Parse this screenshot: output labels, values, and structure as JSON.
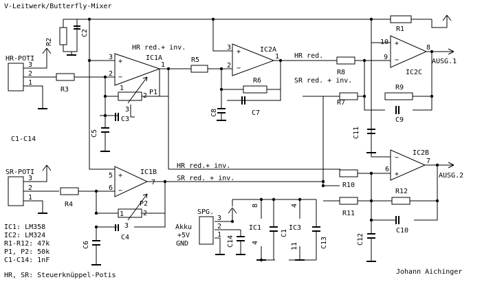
{
  "title": "V-Leitwerk/Butterfly-Mixer",
  "author": "Johann Aichinger",
  "legend": {
    "group": "C1-C14",
    "lines": [
      "IC1: LM358",
      "IC2: LM324",
      "R1-R12: 47k",
      "P1, P2: 50k",
      "C1-C14: 1nF"
    ],
    "footer": "HR, SR: Steuerknüppel-Potis"
  },
  "connectors": {
    "hr_poti": {
      "label": "HR-POTI",
      "pins": [
        "3",
        "2",
        "1"
      ]
    },
    "sr_poti": {
      "label": "SR-POTI",
      "pins": [
        "3",
        "2",
        "1"
      ]
    },
    "spg": {
      "label": "SPG.",
      "pins": [
        "3",
        "2",
        "1"
      ],
      "names": [
        "Akku",
        "+5V",
        "GND"
      ]
    }
  },
  "opamps": {
    "ic1a": {
      "name": "IC1A",
      "pins": [
        "3",
        "2",
        "1"
      ]
    },
    "ic1b": {
      "name": "IC1B",
      "pins": [
        "5",
        "6",
        "7"
      ]
    },
    "ic2a": {
      "name": "IC2A",
      "pins": [
        "3",
        "2",
        "1"
      ]
    },
    "ic2b": {
      "name": "IC2B",
      "pins": [
        "6",
        "7"
      ]
    },
    "ic2c": {
      "name": "IC2C",
      "pins": [
        "10",
        "9",
        "8"
      ]
    }
  },
  "resistors": [
    "R1",
    "R2",
    "R3",
    "R4",
    "R5",
    "R6",
    "R7",
    "R8",
    "R9",
    "R10",
    "R11",
    "R12"
  ],
  "capacitors": [
    "C1",
    "C2",
    "C3",
    "C4",
    "C5",
    "C6",
    "C7",
    "C8",
    "C9",
    "C10",
    "C11",
    "C12",
    "C13",
    "C14"
  ],
  "pots": {
    "p1": "P1",
    "p2": "P2",
    "pins": [
      "1",
      "2",
      "3"
    ]
  },
  "supply_ics": {
    "ic1": "IC1",
    "ic3": "IC3",
    "ic1_pins": [
      "8",
      "4"
    ],
    "ic3_pins": [
      "4",
      "11"
    ]
  },
  "signals": {
    "hr_red_inv": "HR red.+ inv.",
    "hr_red": "HR red.",
    "sr_red_inv": "SR red. + inv.",
    "hr_red_inv_bus": "HR red.+ inv.",
    "sr_red_inv_bus": "SR red. + inv."
  },
  "outputs": {
    "out1": "AUSG.1",
    "out2": "AUSG.2"
  }
}
